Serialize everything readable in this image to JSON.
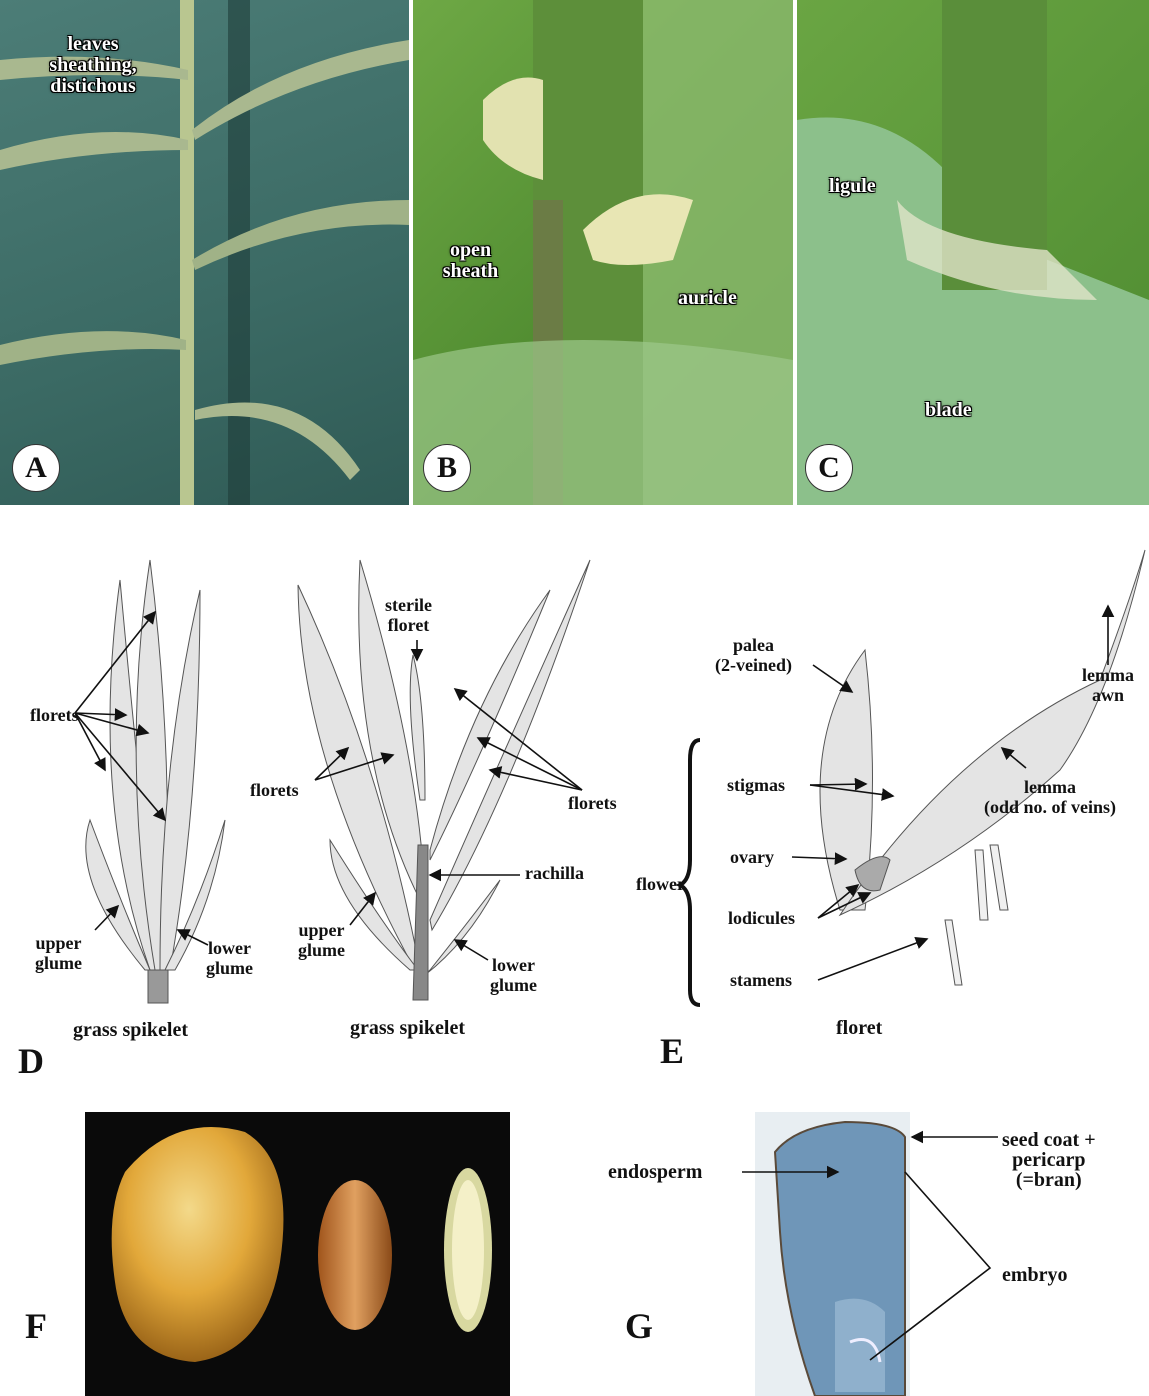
{
  "panels": {
    "A": {
      "letter": "A",
      "label": "leaves\nsheathing,\ndistichous"
    },
    "B": {
      "letter": "B",
      "open_sheath": "open\nsheath",
      "auricle": "auricle"
    },
    "C": {
      "letter": "C",
      "ligule": "ligule",
      "blade": "blade"
    },
    "D": {
      "letter": "D",
      "left": {
        "florets": "florets",
        "upper_glume": "upper\nglume",
        "lower_glume": "lower\nglume",
        "caption": "grass spikelet"
      },
      "right": {
        "sterile_floret": "sterile\nfloret",
        "florets_left": "florets",
        "florets_right": "florets",
        "rachilla": "rachilla",
        "upper_glume": "upper\nglume",
        "lower_glume": "lower\nglume",
        "caption": "grass spikelet"
      }
    },
    "E": {
      "letter": "E",
      "palea": "palea\n(2-veined)",
      "lemma_awn": "lemma\nawn",
      "stigmas": "stigmas",
      "lemma": "lemma\n(odd no. of veins)",
      "ovary": "ovary",
      "flower": "flower",
      "lodicules": "lodicules",
      "stamens": "stamens",
      "caption": "floret"
    },
    "F": {
      "letter": "F"
    },
    "G": {
      "letter": "G",
      "endosperm": "endosperm",
      "seed_coat": "seed coat +\npericarp\n(=bran)",
      "embryo": "embryo"
    }
  },
  "colors": {
    "teal_bg": "#3f706a",
    "grass_green": "#5f9a3a",
    "leaf_green": "#7fa86a",
    "diagram_fill": "#e4e4e4",
    "rachilla": "#888888",
    "seed_blue": "#6f96b8"
  }
}
